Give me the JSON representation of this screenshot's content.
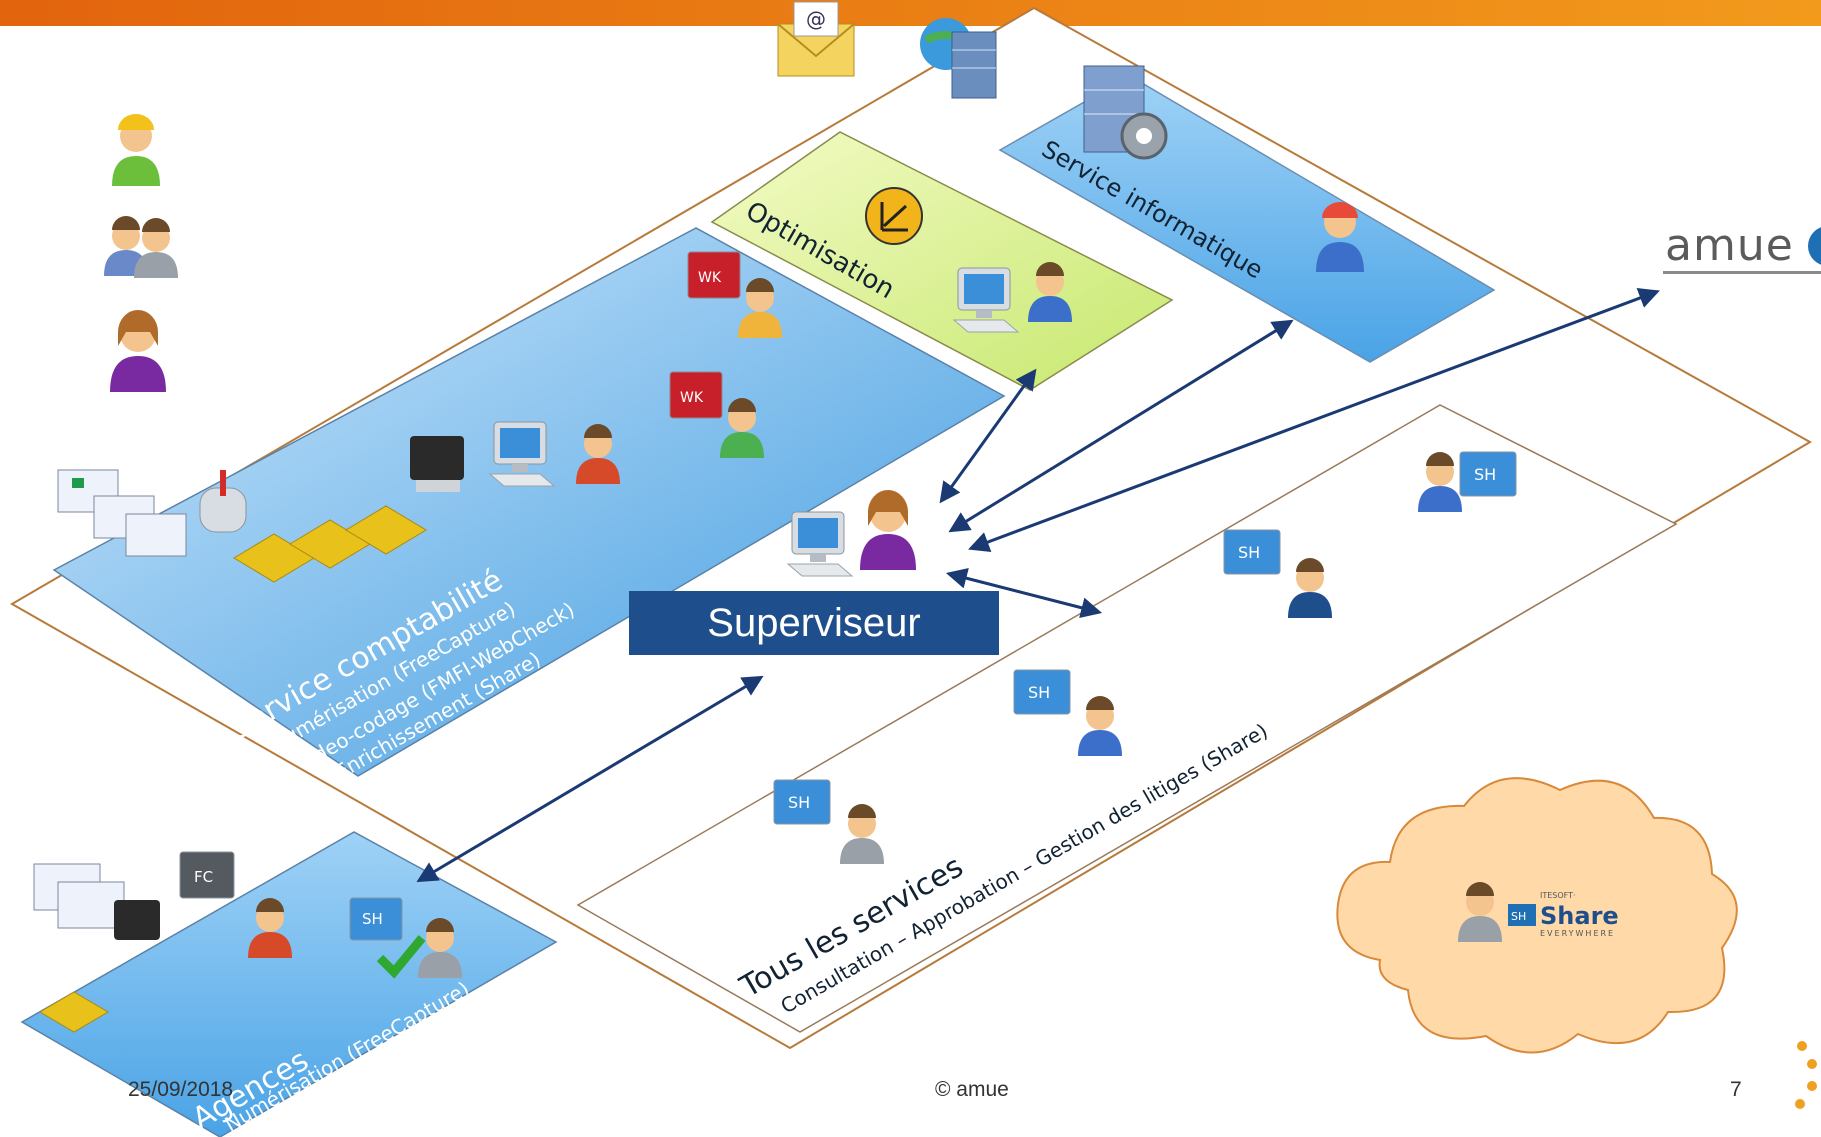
{
  "zones": {
    "service_informatique": "Service informatique",
    "optimisation": "Optimisation",
    "service_comptabilite": {
      "title": "Service comptabilité",
      "lines": [
        "Numérisation (FreeCapture)",
        "Video-codage (FMFI-WebCheck)",
        "Enrichissement (Share)"
      ]
    },
    "tous_les_services": {
      "title": "Tous les services",
      "subtitle": "Consultation – Approbation – Gestion des litiges (Share)"
    },
    "agences": {
      "title": "Agences",
      "subtitle": "Numérisation (FreeCapture)"
    }
  },
  "superviseur": "Superviseur",
  "badges": {
    "wk": "WK",
    "sh": "SH",
    "fc": "FC"
  },
  "logos": {
    "amue": "amue",
    "share_brand": "Share",
    "share_vendor": "ITESOFT·",
    "share_tagline": "EVERYWHERE"
  },
  "footer": {
    "date": "25/09/2018",
    "copyright": "© amue",
    "page": "7"
  },
  "colors": {
    "top_bar": "#e8730c",
    "zone_blue": "#5aaeea",
    "zone_green": "#d9f08c",
    "superviseur_box": "#1f4e8c",
    "cloud": "#ffd9a8",
    "arrow": "#1b3a73"
  }
}
